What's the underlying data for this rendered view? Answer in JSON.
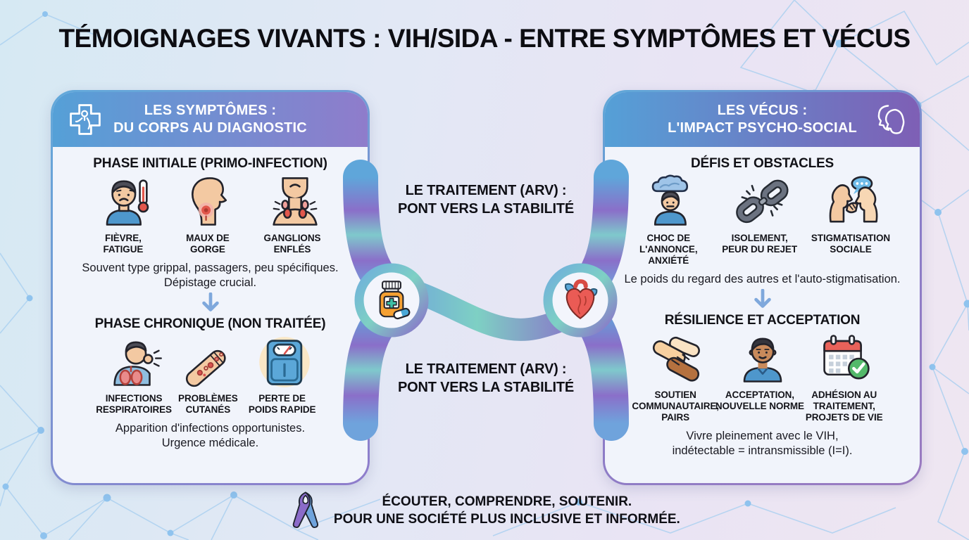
{
  "title": "TÉMOIGNAGES VIVANTS : VIH/SIDA - ENTRE SYMPTÔMES ET VÉCUS",
  "left_panel": {
    "header_title": "LES SYMPTÔMES :\nDU CORPS AU DIAGNOSTIC",
    "header_icon": "medical-cross-icon",
    "section1": {
      "heading": "PHASE INITIALE (PRIMO-INFECTION)",
      "items": [
        {
          "icon": "fever-fatigue-icon",
          "label": "FIÈVRE,\nFATIGUE"
        },
        {
          "icon": "sore-throat-icon",
          "label": "MAUX DE\nGORGE"
        },
        {
          "icon": "swollen-glands-icon",
          "label": "GANGLIONS\nENFLÉS"
        }
      ],
      "note": "Souvent type grippal, passagers, peu spécifiques.\nDépistage crucial."
    },
    "section2": {
      "heading": "PHASE CHRONIQUE (NON TRAITÉE)",
      "items": [
        {
          "icon": "respiratory-infection-icon",
          "label": "INFECTIONS\nRESPIRATOIRES"
        },
        {
          "icon": "skin-problems-icon",
          "label": "PROBLÈMES\nCUTANÉS"
        },
        {
          "icon": "weight-scale-icon",
          "label": "PERTE DE\nPOIDS RAPIDE"
        }
      ],
      "note": "Apparition d'infections opportunistes.\nUrgence médicale."
    }
  },
  "center": {
    "top_label": "LE TRAITEMENT (ARV) :\nPONT VERS LA STABILITÉ",
    "bottom_label": "LE TRAITEMENT (ARV) :\nPONT VERS LA STABILITÉ",
    "left_icon": "pill-bottle-icon",
    "right_icon": "anatomical-heart-icon"
  },
  "right_panel": {
    "header_title": "LES VÉCUS :\nL'IMPACT PSYCHO-SOCIAL",
    "header_icon": "two-heads-icon",
    "section1": {
      "heading": "DÉFIS ET OBSTACLES",
      "items": [
        {
          "icon": "anxiety-cloud-person-icon",
          "label": "CHOC DE L'ANNONCE,\nANXIÉTÉ"
        },
        {
          "icon": "broken-chain-icon",
          "label": "ISOLEMENT,\nPEUR DU REJET"
        },
        {
          "icon": "whisper-stigma-icon",
          "label": "STIGMATISATION\nSOCIALE"
        }
      ],
      "note": "Le poids du regard des autres et l'auto-stigmatisation."
    },
    "section2": {
      "heading": "RÉSILIENCE ET ACCEPTATION",
      "items": [
        {
          "icon": "clasped-hands-icon",
          "label": "SOUTIEN\nCOMMUNAUTAIRE,\nPAIRS"
        },
        {
          "icon": "calm-person-icon",
          "label": "ACCEPTATION,\nNOUVELLE NORME"
        },
        {
          "icon": "calendar-check-icon",
          "label": "ADHÉSION AU\nTRAITEMENT,\nPROJETS DE VIE"
        }
      ],
      "note": "Vivre pleinement avec le VIH,\nindétectable = intransmissible (I=I)."
    }
  },
  "footer": {
    "icon": "awareness-ribbon-icon",
    "message": "ÉCOUTER, COMPRENDRE, SOUTENIR.\nPOUR UNE SOCIÉTÉ PLUS INCLUSIVE ET INFORMÉE."
  },
  "colors": {
    "accent_blue": "#5FA6DA",
    "accent_teal": "#7ED0C4",
    "accent_purple": "#8A6FC9",
    "header_gradient_start": "#55A0D7",
    "header_gradient_end": "#8F7CCB",
    "arrow": "#7FA8DC",
    "background_left": "#D6E9F3",
    "background_right": "#EFE6F1"
  }
}
